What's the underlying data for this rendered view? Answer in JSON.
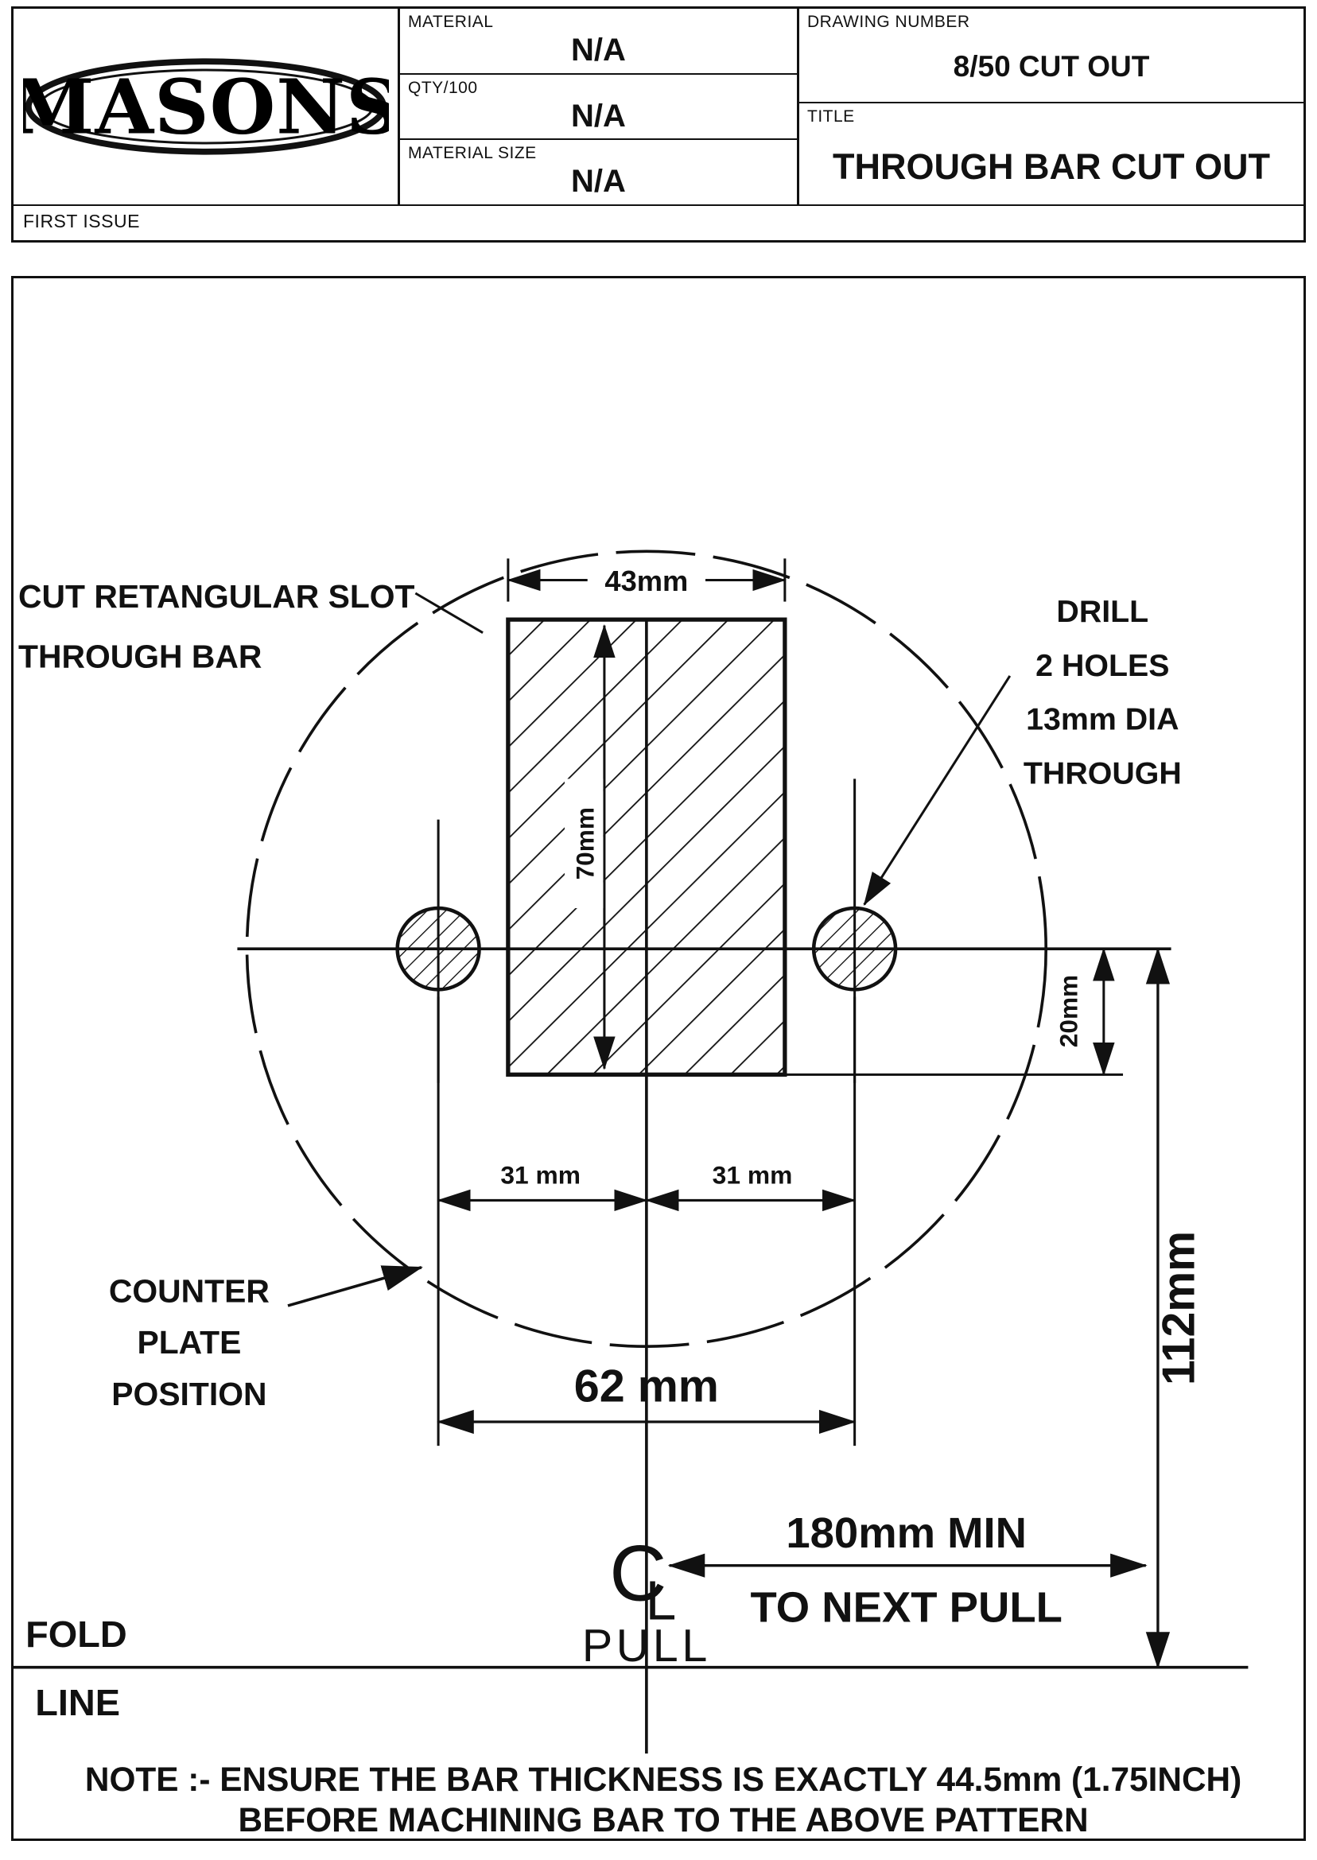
{
  "title_block": {
    "logo_text": "MASONS",
    "material_label": "MATERIAL",
    "material_value": "N/A",
    "qty_label": "QTY/100",
    "qty_value": "N/A",
    "material_size_label": "MATERIAL SIZE",
    "material_size_value": "N/A",
    "drawing_number_label": "DRAWING NUMBER",
    "drawing_number_value": "8/50 CUT OUT",
    "title_label": "TITLE",
    "title_value": "THROUGH BAR CUT OUT",
    "issue": "FIRST ISSUE"
  },
  "drawing": {
    "slot_note_line1": "CUT RETANGULAR SLOT",
    "slot_note_line2": "THROUGH BAR",
    "drill_note": [
      "DRILL",
      "2 HOLES",
      "13mm DIA",
      "THROUGH"
    ],
    "counter_plate": [
      "COUNTER",
      "PLATE",
      "POSITION"
    ],
    "dims": {
      "slot_width": "43mm",
      "slot_height": "70mm",
      "offset": "20mm",
      "hole_left": "31 mm",
      "hole_right": "31 mm",
      "hole_span": "62 mm",
      "fold_offset": "112mm",
      "next_pull_line1": "180mm MIN",
      "next_pull_line2": "TO NEXT PULL"
    },
    "centerline_c": "C",
    "centerline_l": "L",
    "pull_label": "PULL",
    "fold_line1": "FOLD",
    "fold_line2": "LINE",
    "note_line1": "NOTE :- ENSURE THE BAR THICKNESS IS EXACTLY 44.5mm (1.75INCH)",
    "note_line2": "BEFORE MACHINING BAR TO THE ABOVE PATTERN"
  },
  "colors": {
    "ink": "#111111",
    "paper": "#ffffff"
  }
}
